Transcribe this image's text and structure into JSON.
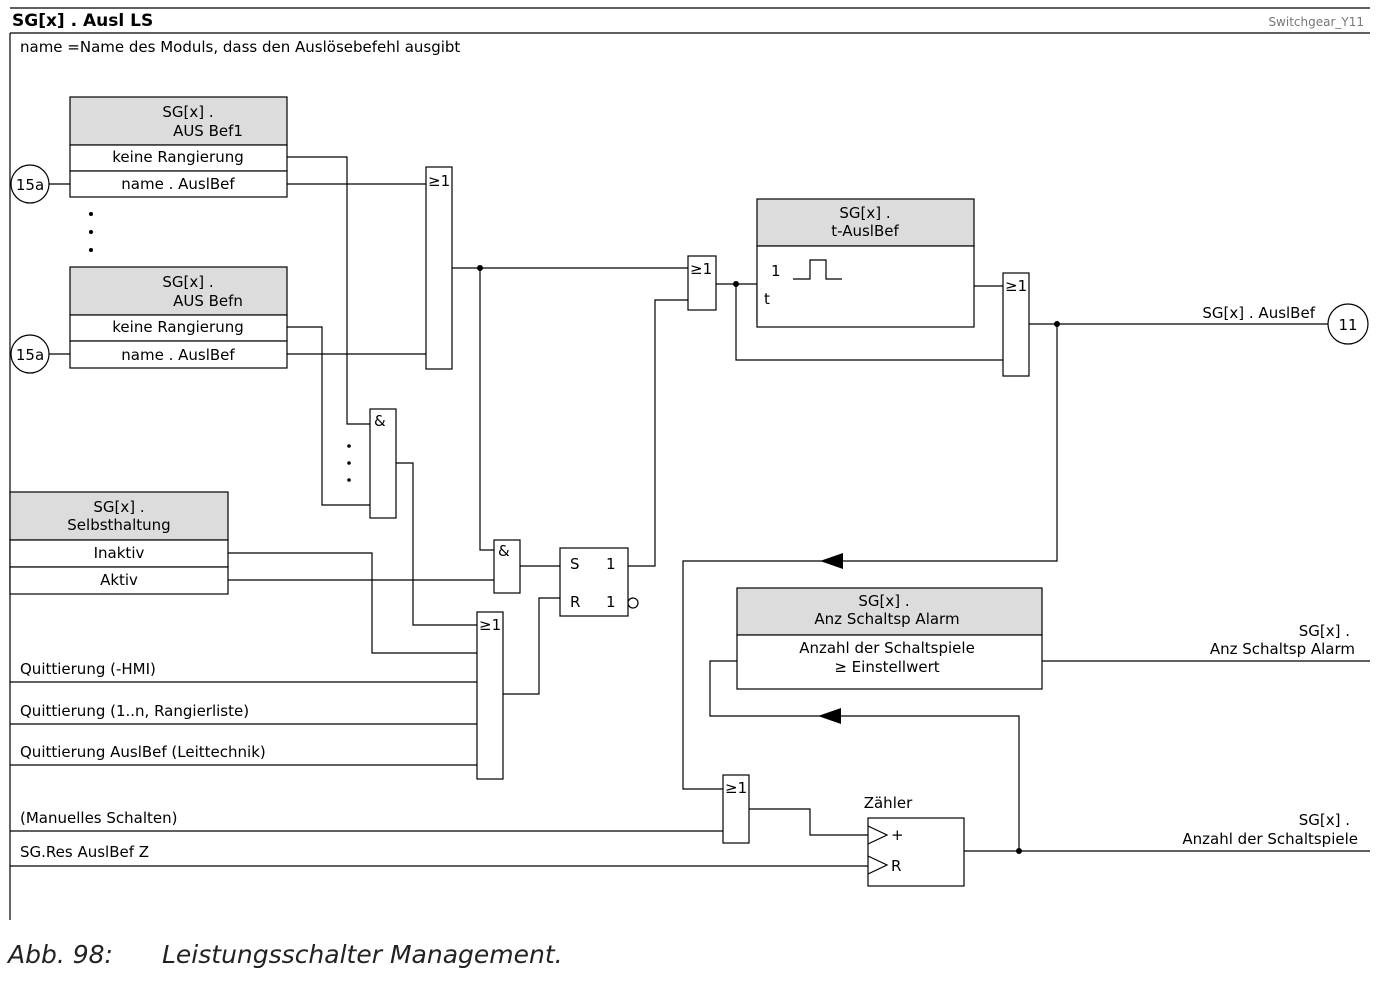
{
  "header": {
    "title": "SG[x] . Ausl LS",
    "tag": "Switchgear_Y11",
    "note": "name =Name des Moduls, dass den Auslösebefehl ausgibt"
  },
  "blocks": {
    "aus_bef1": {
      "l1": "SG[x] .",
      "l2": "AUS Bef1",
      "r1": "keine Rangierung",
      "r2": "name . AuslBef"
    },
    "aus_befn": {
      "l1": "SG[x] .",
      "l2": "AUS Befn",
      "r1": "keine Rangierung",
      "r2": "name . AuslBef"
    },
    "t_auslbef": {
      "l1": "SG[x] .",
      "l2": "t-AuslBef",
      "one": "1",
      "t": "t"
    },
    "selbsthaltung": {
      "l1": "SG[x] .",
      "l2": "Selbsthaltung",
      "r1": "Inaktiv",
      "r2": "Aktiv"
    },
    "anz_alarm": {
      "l1": "SG[x] .",
      "l2": "Anz Schaltsp Alarm",
      "b1": "Anzahl der Schaltspiele",
      "b2": "≥ Einstellwert"
    },
    "counter": {
      "label": "Zähler",
      "plus": "+",
      "r": "R"
    }
  },
  "gates": {
    "or": "≥1",
    "and": "&"
  },
  "flipflop": {
    "s": "S",
    "s1": "1",
    "r": "R",
    "r1": "1"
  },
  "connectors": {
    "in1": "15a",
    "in2": "15a",
    "out": "11"
  },
  "inputs": {
    "q_hmi": "Quittierung (-HMI)",
    "q_list": "Quittierung (1..n, Rangierliste)",
    "q_scada": "Quittierung AuslBef (Leittechnik)",
    "manual": "(Manuelles Schalten)",
    "reset": "SG.Res AuslBef Z"
  },
  "outputs": {
    "auslbef": "SG[x] . AuslBef",
    "alarm1": "SG[x] .",
    "alarm2": "Anz Schaltsp Alarm",
    "count1": "SG[x] .",
    "count2": "Anzahl der Schaltspiele"
  },
  "caption": {
    "num": "Abb. 98:",
    "text": "Leistungsschalter Management."
  }
}
